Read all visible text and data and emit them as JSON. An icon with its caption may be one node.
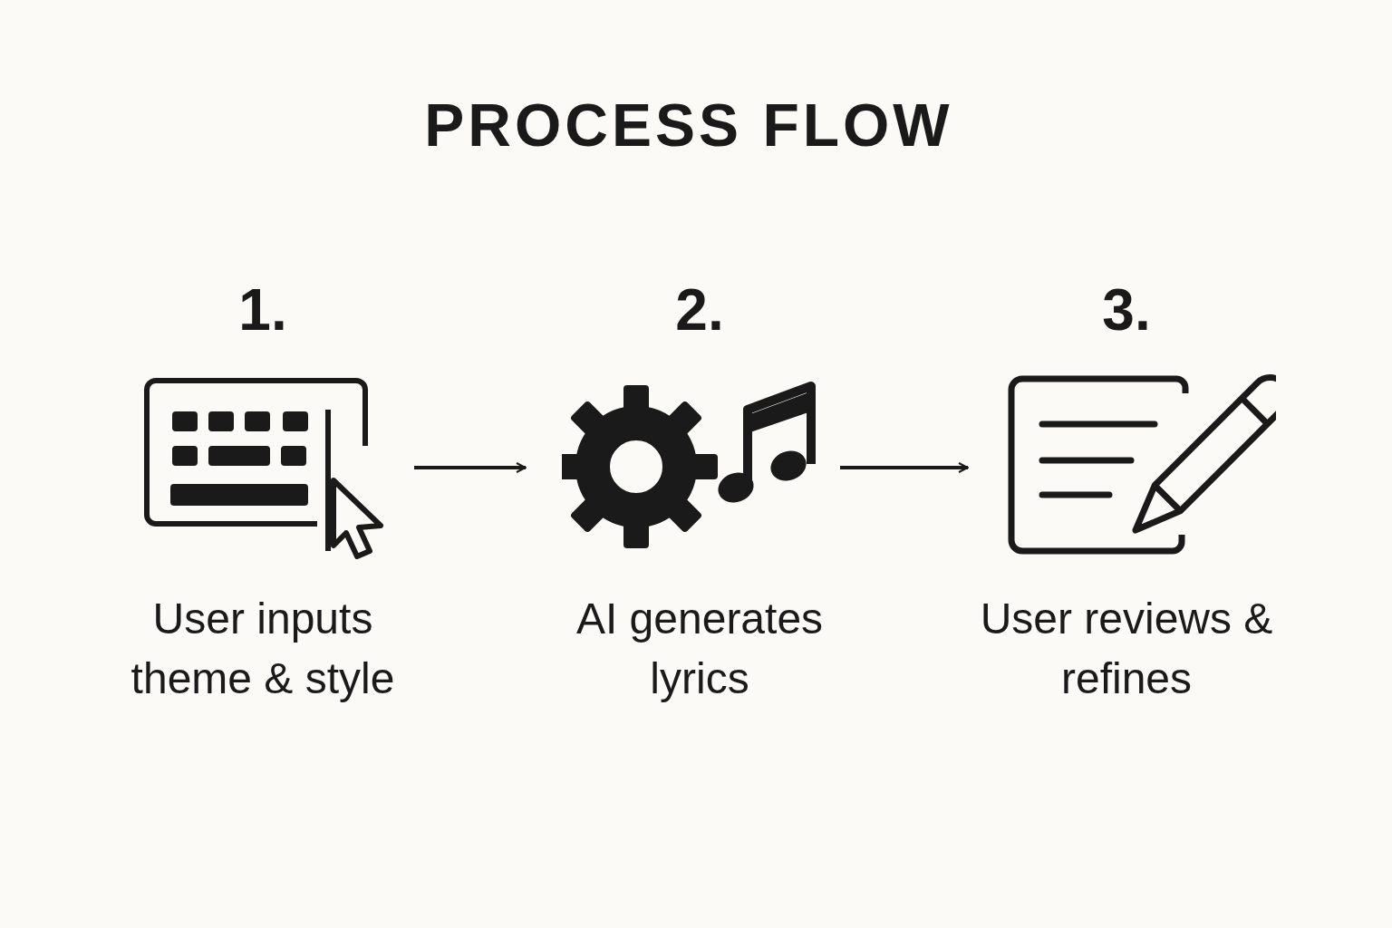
{
  "diagram": {
    "title": "PROCESS FLOW",
    "nodes": [
      {
        "text": [],
        "shape": "picture",
        "beside": [
          "1.",
          "User inputs theme & style"
        ]
      },
      {
        "text": [],
        "shape": "picture",
        "beside": [
          "2.",
          "AI generates lyrics"
        ]
      },
      {
        "text": [],
        "shape": "picture",
        "beside": [
          "3.",
          "User reviews & refines"
        ]
      }
    ],
    "edges": [
      {
        "from": 0,
        "to": 1,
        "arrow": "to"
      },
      {
        "from": 1,
        "to": 2,
        "arrow": "to"
      }
    ]
  }
}
